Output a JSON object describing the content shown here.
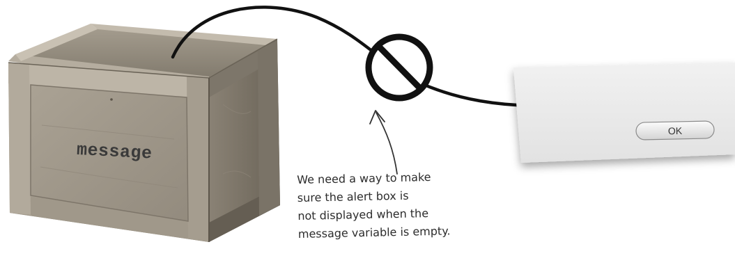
{
  "crate": {
    "label": "message"
  },
  "alert_box": {
    "button_label": "OK"
  },
  "annotation": {
    "lines": [
      "We need a way to make",
      "sure the alert box is",
      "not displayed when the",
      "message variable is empty."
    ]
  },
  "colors": {
    "wood_light": "#b8b0a2",
    "wood_dark": "#6f675b",
    "ink": "#1a1a1a",
    "dialog_bg": "#e9e9e9"
  },
  "icons": [
    "wooden-crate",
    "no-entry-icon",
    "arrow-curve",
    "alert-dialog"
  ]
}
